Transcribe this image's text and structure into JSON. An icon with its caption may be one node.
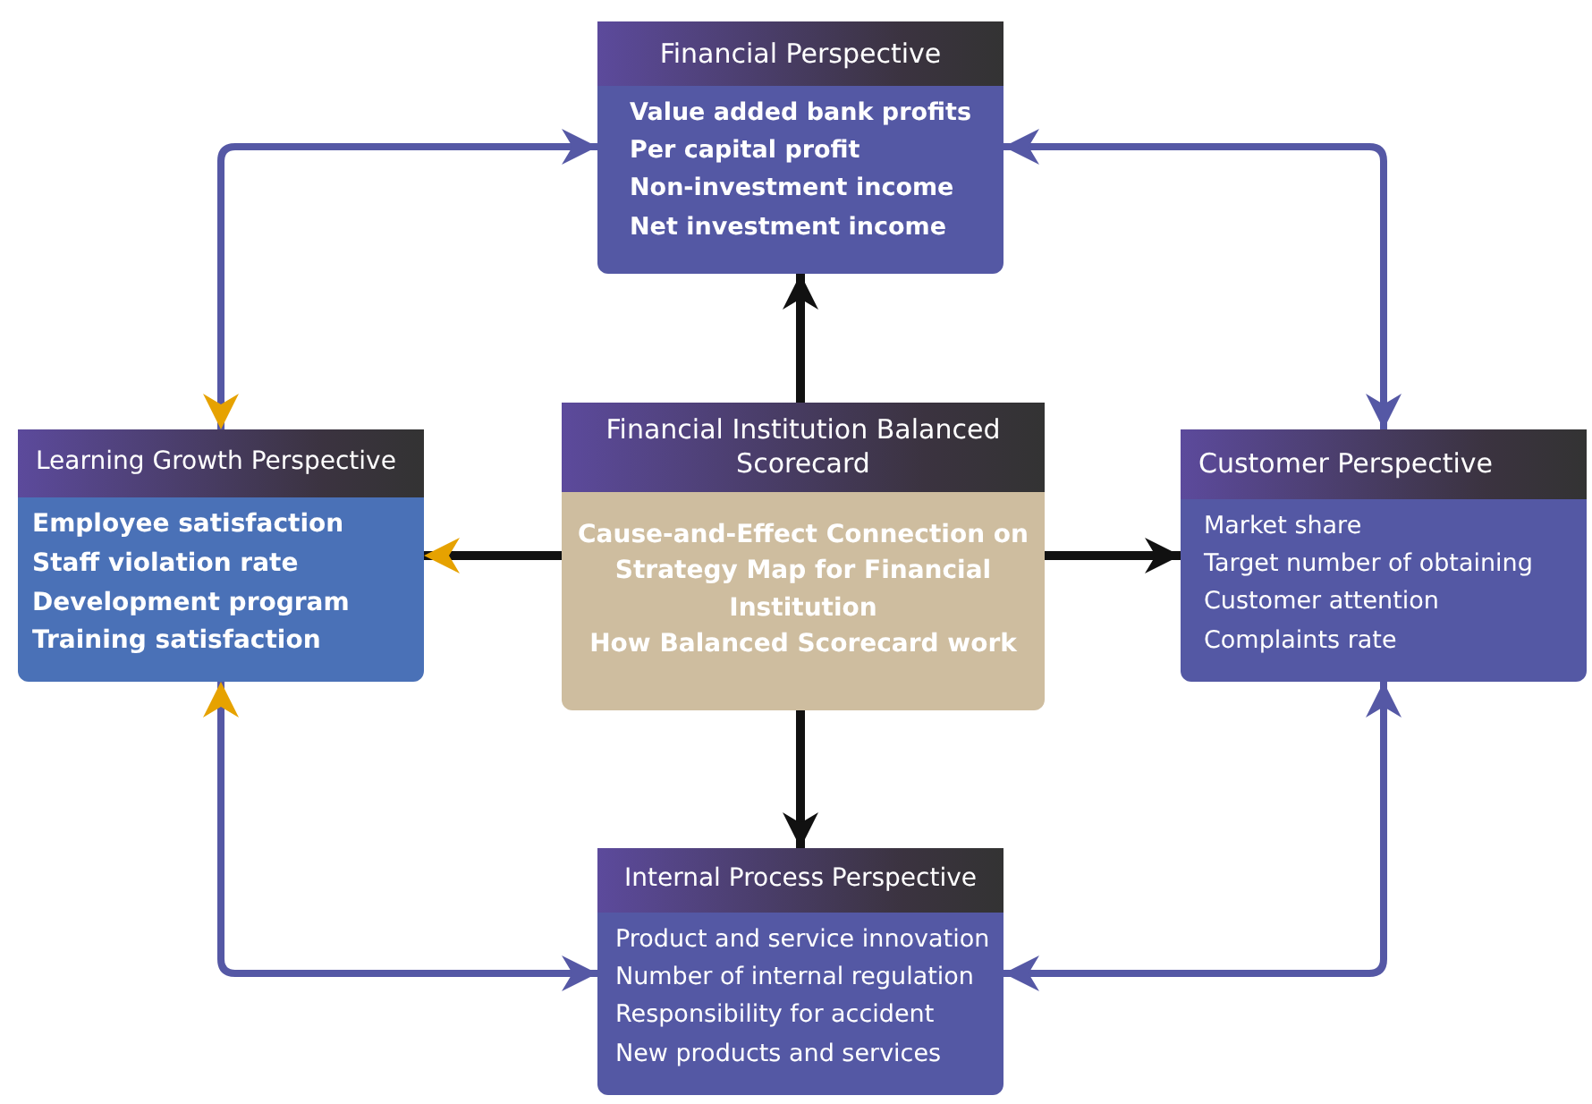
{
  "diagram": {
    "nodes": [
      {
        "text": [
          "Financial Perspective",
          "Value added bank profits",
          "Per capital profit",
          "Non-investment income",
          "Net investment income"
        ]
      },
      {
        "text": [
          "Learning Growth Perspective",
          "Employee satisfaction",
          "Staff violation rate",
          "Development program",
          "Training satisfaction"
        ]
      },
      {
        "text": [
          "Financial Institution Balanced Scorecard",
          "Cause-and-Effect Connection on Strategy Map for Financial Institution",
          "How Balanced Scorecard work"
        ]
      },
      {
        "text": [
          "Customer Perspective",
          "Market share",
          "Target number of obtaining",
          "Customer attention",
          "Complaints rate"
        ]
      },
      {
        "text": [
          "Internal Process Perspective",
          "Product and service innovation",
          "Number of internal regulation",
          "Responsibility for accident",
          "New products and services"
        ]
      }
    ],
    "edges": [
      {
        "from": 2,
        "to": 0,
        "arrow": "to"
      },
      {
        "from": 2,
        "to": 1,
        "arrow": "to"
      },
      {
        "from": 2,
        "to": 3,
        "arrow": "to"
      },
      {
        "from": 2,
        "to": 4,
        "arrow": "to"
      },
      {
        "from": 1,
        "to": 0,
        "arrow": "both",
        "color": "#5558a5"
      },
      {
        "from": 0,
        "to": 3,
        "arrow": "both",
        "color": "#5558a5"
      },
      {
        "from": 1,
        "to": 4,
        "arrow": "both",
        "color": "#5558a5"
      },
      {
        "from": 4,
        "to": 3,
        "arrow": "both",
        "color": "#5558a5"
      }
    ]
  }
}
